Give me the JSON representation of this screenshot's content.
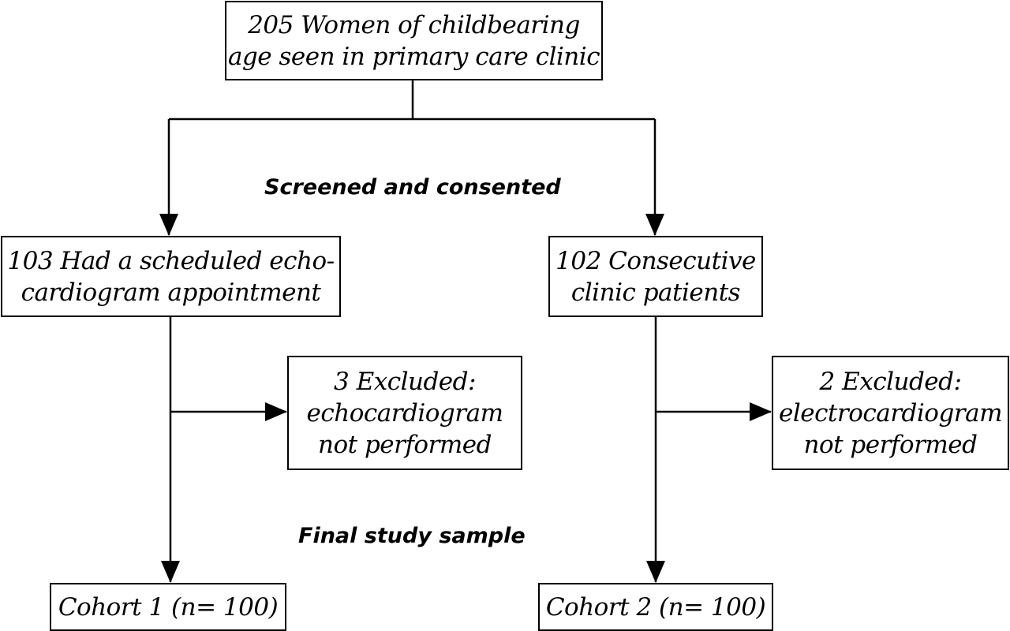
{
  "nodes": {
    "top": {
      "text": "205 Women of childbearing\nage seen in primary care clinic"
    },
    "left_mid": {
      "text": "103 Had a scheduled echo-\ncardiogram appointment"
    },
    "right_mid": {
      "text": "102 Consecutive\nclinic patients"
    },
    "left_excluded": {
      "text": "3 Excluded:\nechocardiogram\nnot performed"
    },
    "right_excluded": {
      "text": "2 Excluded:\nelectrocardiogram\nnot performed"
    },
    "left_final": {
      "text": "Cohort 1 (n= 100)"
    },
    "right_final": {
      "text": "Cohort 2 (n= 100)"
    }
  },
  "stages": {
    "screened": "Screened and consented",
    "final": "Final study sample"
  },
  "edges": [
    {
      "from": "top",
      "to": "left_mid"
    },
    {
      "from": "top",
      "to": "right_mid"
    },
    {
      "from": "left_mid",
      "to": "left_excluded"
    },
    {
      "from": "left_mid",
      "to": "left_final"
    },
    {
      "from": "right_mid",
      "to": "right_excluded"
    },
    {
      "from": "right_mid",
      "to": "right_final"
    }
  ]
}
